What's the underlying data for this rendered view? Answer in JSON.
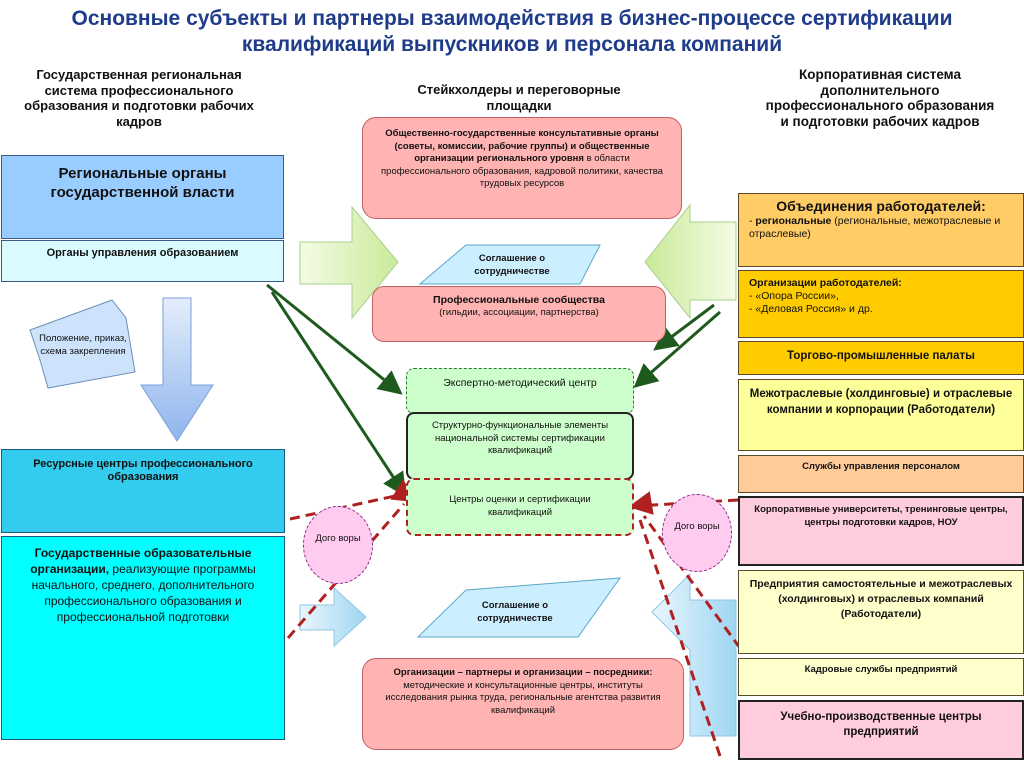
{
  "title_line1": "Основные субъекты и партнеры взаимодействия в бизнес-процессе сертификации",
  "title_line2": "квалификаций выпускников и персонала компаний",
  "left_header": "Государственная региональная система профессионального образования и подготовки рабочих кадров",
  "middle_header": "Стейкхолдеры и переговорные площадки",
  "right_header": "Корпоративная система дополнительного профессионального образования и подготовки рабочих кадров",
  "left": {
    "regional_authorities": "Региональные органы государственной власти",
    "education_management": "Органы управления образованием",
    "polozhenie": "Положение, приказ, схема закрепления",
    "resource_centers": "Ресурсные центры профессионального образования",
    "gov_orgs_bold": "Государственные образовательные организации,",
    "gov_orgs_rest": " реализующие программы начального, среднего, дополнительного профессионального образования и профессиональной подготовки"
  },
  "middle": {
    "councils_bold": "Общественно-государственные консультативные органы (советы, комиссии, рабочие группы) и общественные организации регионального уровня",
    "councils_rest": " в области профессионального образования, кадровой политики, качества трудовых ресурсов",
    "agreement_top": "Соглашение о сотрудничестве",
    "prof_communities_bold": "Профессиональные сообщества",
    "prof_communities_rest": "(гильдии, ассоциации, партнерства)",
    "expert_center": "Экспертно-методический центр",
    "structural_elements": "Структурно-функциональные элементы национальной системы сертификации квалификаций",
    "assessment_centers": "Центры оценки и сертификации квалификаций",
    "contracts_left": "Дого воры",
    "contracts_right": "Дого воры",
    "agreement_bottom": "Соглашение о сотрудничестве",
    "partners_bold": "Организации – партнеры и организации – посредники:",
    "partners_rest": " методические и консультационные центры, институты исследования рынка труда, региональные агентства развития квалификаций"
  },
  "right": {
    "employers_assoc_title": "Объединения работодателей:",
    "employers_assoc_bold": "региональные",
    "employers_assoc_rest": " (региональные, межотраслевые и отраслевые)",
    "employers_orgs_title": "Организации работодателей:",
    "employers_orgs_item1": "- «Опора России»,",
    "employers_orgs_item2": "- «Деловая Россия» и др.",
    "chambers": "Торгово-промышленные палаты",
    "holdings": "Межотраслевые (холдинговые) и отраслевые компании и корпорации (Работодатели)",
    "hr_services": "Службы управления персоналом",
    "corp_universities": "Корпоративные университеты, тренинговые центры, центры подготовки кадров, НОУ",
    "enterprises": "Предприятия самостоятельные и межотраслевых (холдинговых) и отраслевых  компаний (Работодатели)",
    "enterprise_hr": "Кадровые службы предприятий",
    "training_centers": "Учебно-производственные центры предприятий"
  }
}
